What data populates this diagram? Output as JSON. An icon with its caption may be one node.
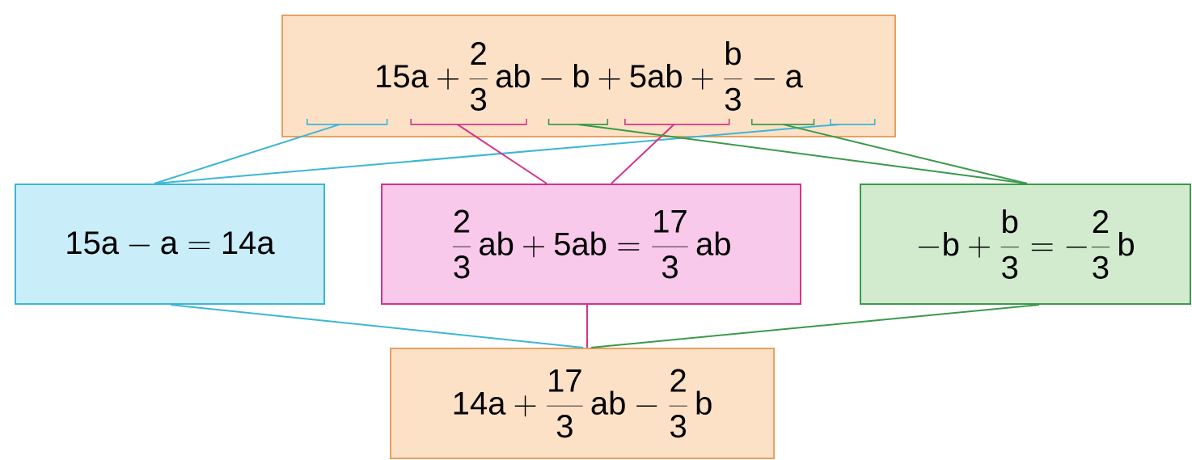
{
  "diagram": {
    "nodes": [
      {
        "text": [
          "15a + \\frac{2}{3}\\,ab - b + 5ab + \\frac{b}{3} - a"
        ]
      },
      {
        "text": [],
        "shape": "bracket",
        "in": 0
      },
      {
        "text": [],
        "shape": "bracket",
        "in": 0
      },
      {
        "text": [],
        "shape": "bracket",
        "in": 0
      },
      {
        "text": [],
        "shape": "bracket",
        "in": 0
      },
      {
        "text": [],
        "shape": "bracket",
        "in": 0
      },
      {
        "text": [],
        "shape": "bracket",
        "in": 0
      },
      {
        "text": [
          "15a - a = 14a"
        ]
      },
      {
        "text": [
          "\\frac{2}{3}\\,ab + 5ab = \\frac{17}{3}\\,ab"
        ]
      },
      {
        "text": [
          "-b + \\frac{b}{3} = -\\frac{2}{3}\\,b"
        ]
      },
      {
        "text": [
          "14a + \\frac{17}{3}\\,ab - \\frac{2}{3}\\,b"
        ]
      }
    ],
    "edges": [
      {
        "from": 1,
        "to": 7,
        "arrow": "none",
        "color": "#3cb6d6"
      },
      {
        "from": 6,
        "to": 7,
        "arrow": "none",
        "color": "#3cb6d6"
      },
      {
        "from": 2,
        "to": 8,
        "arrow": "none",
        "color": "#d6338a"
      },
      {
        "from": 4,
        "to": 8,
        "arrow": "none",
        "color": "#d6338a"
      },
      {
        "from": 3,
        "to": 9,
        "arrow": "none",
        "color": "#3a9a4a"
      },
      {
        "from": 5,
        "to": 9,
        "arrow": "none",
        "color": "#3a9a4a"
      },
      {
        "from": 7,
        "to": 10,
        "arrow": "none",
        "color": "#3cb6d6"
      },
      {
        "from": 8,
        "to": 10,
        "arrow": "none",
        "color": "#d6338a"
      },
      {
        "from": 9,
        "to": 10,
        "arrow": "none",
        "color": "#3a9a4a"
      }
    ]
  }
}
